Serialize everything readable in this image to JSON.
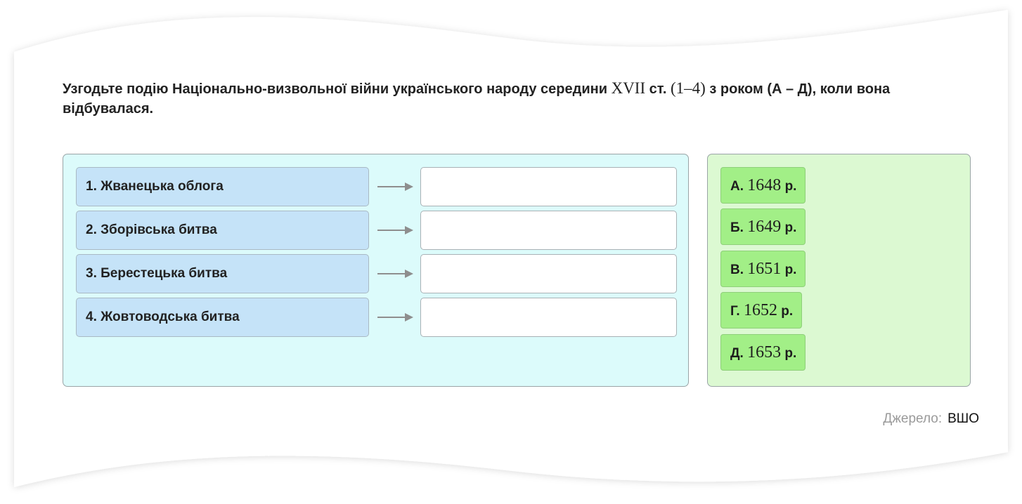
{
  "question": {
    "part1": "Узгодьте подію Національно-визвольної війни українського народу середини ",
    "century": "XVII",
    "part2": " ст. ",
    "range": "(1–4)",
    "part3": " з роком (А – Д), коли вона відбувалася."
  },
  "events": [
    {
      "label": "1. Жванецька облога",
      "answer": ""
    },
    {
      "label": "2. Зборівська битва",
      "answer": ""
    },
    {
      "label": "3. Берестецька битва",
      "answer": ""
    },
    {
      "label": "4. Жовтоводська битва",
      "answer": ""
    }
  ],
  "options": [
    {
      "letter": "А.",
      "year": "1648",
      "suffix": "р."
    },
    {
      "letter": "Б.",
      "year": "1649",
      "suffix": "р."
    },
    {
      "letter": "В.",
      "year": "1651",
      "suffix": "р."
    },
    {
      "letter": "Г.",
      "year": "1652",
      "suffix": "р."
    },
    {
      "letter": "Д.",
      "year": "1653",
      "suffix": "р."
    }
  ],
  "source": {
    "label": "Джерело:",
    "value": "ВШО"
  },
  "colors": {
    "events_panel": "#dcfbfb",
    "event_item": "#c5e3f8",
    "options_panel": "#dcf9d2",
    "option_item": "#a2ef87"
  },
  "icons": {
    "arrow": "arrow-right-icon"
  }
}
